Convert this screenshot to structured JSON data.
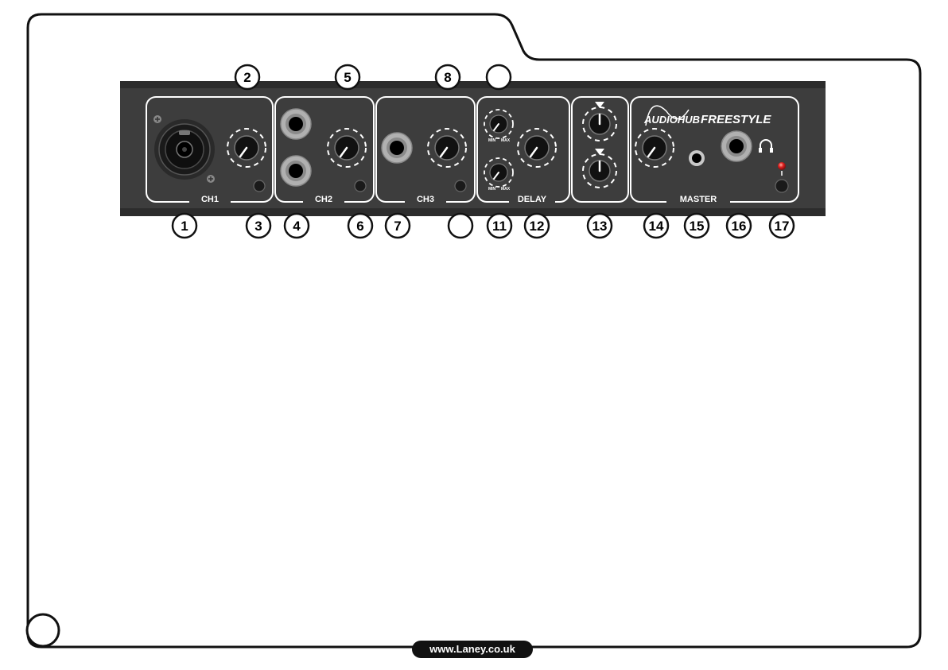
{
  "panel": {
    "sections": {
      "ch1": "CH1",
      "ch2": "CH2",
      "ch3": "CH3",
      "delay": "DELAY",
      "master": "MASTER"
    },
    "delay_knob_marks": {
      "min": "MIN",
      "max": "MAX"
    },
    "brand": {
      "logo_left": "AUDIOHUB",
      "logo_right": "FREESTYLE"
    }
  },
  "callouts": {
    "c1": "1",
    "c2": "2",
    "c3": "3",
    "c4": "4",
    "c5": "5",
    "c6": "6",
    "c7": "7",
    "c8": "8",
    "c9": "",
    "c10": "",
    "c11": "11",
    "c12": "12",
    "c13": "13",
    "c14": "14",
    "c15": "15",
    "c16": "16",
    "c17": "17"
  },
  "page": {
    "number": ""
  },
  "footer": {
    "website": "www.Laney.co.uk"
  },
  "colors": {
    "panel": "#3d3d3d",
    "outline": "#ffffff",
    "led": "#e02020",
    "ink": "#111111"
  }
}
